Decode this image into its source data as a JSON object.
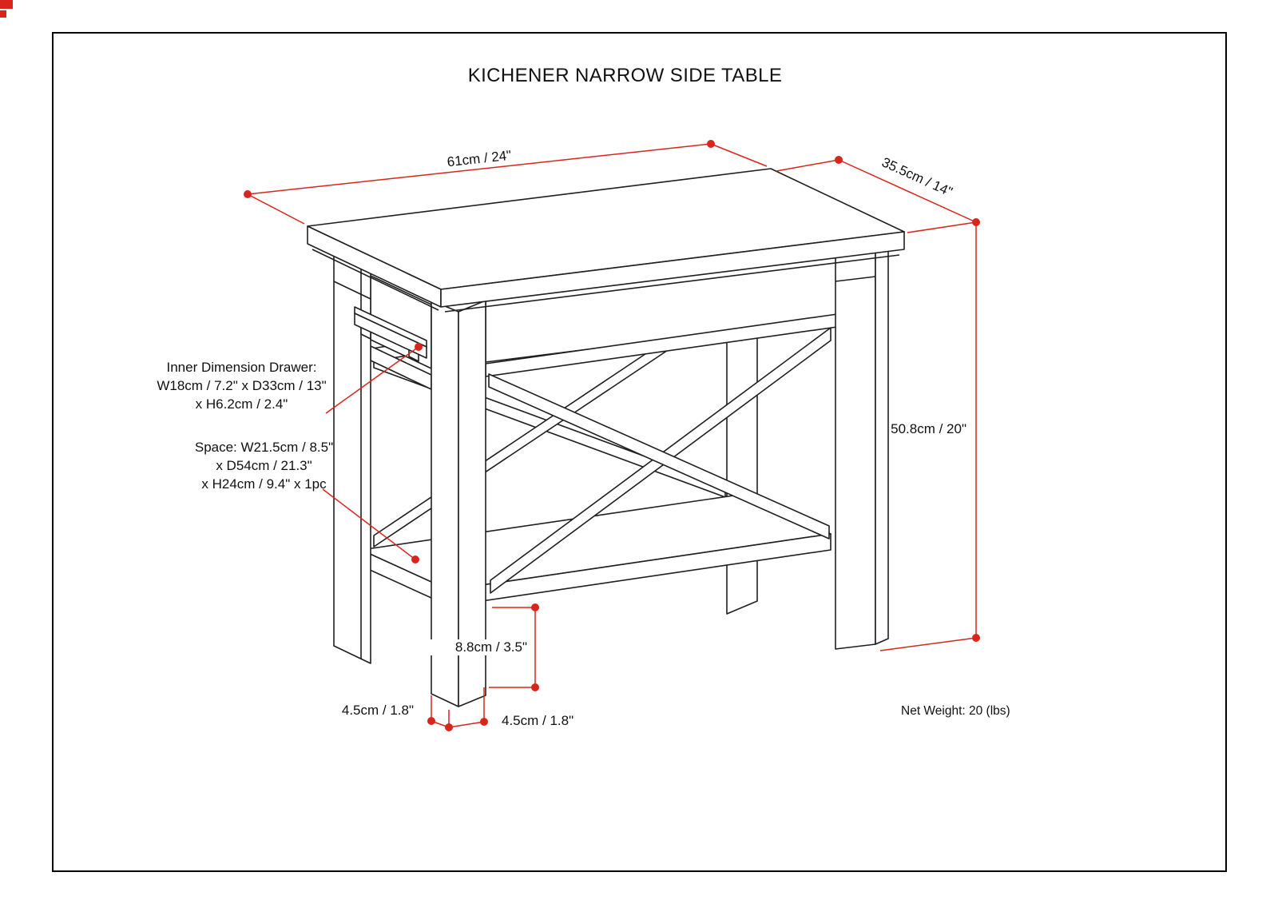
{
  "title": "KICHENER NARROW SIDE TABLE",
  "dimensions": {
    "width": "61cm / 24\"",
    "depth": "35.5cm / 14\"",
    "height": "50.8cm / 20\"",
    "shelf_clearance": "8.8cm / 3.5\"",
    "leg_width_left": "4.5cm / 1.8\"",
    "leg_width_front": "4.5cm / 1.8\""
  },
  "callouts": {
    "drawer": {
      "line1": "Inner Dimension Drawer:",
      "line2": "W18cm / 7.2\" x D33cm / 13\"",
      "line3": "x H6.2cm / 2.4\""
    },
    "space": {
      "line1": "Space: W21.5cm / 8.5\"",
      "line2": "x D54cm / 21.3\"",
      "line3": "x H24cm / 9.4\" x 1pc"
    }
  },
  "net_weight": "Net Weight: 20 (lbs)",
  "colors": {
    "dimension": "#d8261c",
    "outline": "#1f1f1f"
  }
}
